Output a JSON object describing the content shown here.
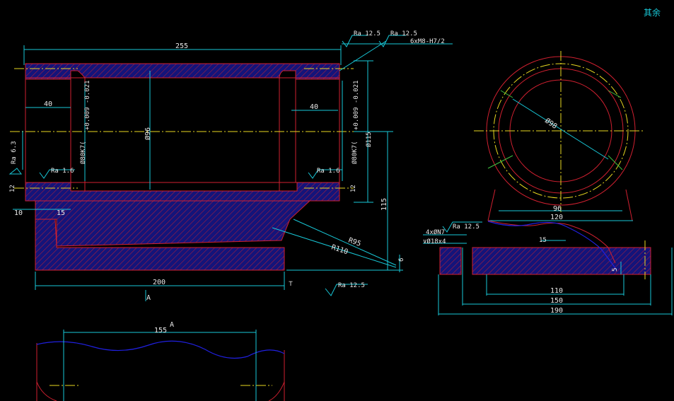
{
  "title_corner": "其余",
  "roughness": {
    "top_1": "Ra 12.5",
    "top_2": "Ra 12.5",
    "left_vertical": "Ra 6.3",
    "left_bore": "Ra 1.6",
    "right_bore": "Ra 1.6",
    "bottom": "Ra 12.5",
    "side_view": "Ra 12.5"
  },
  "front_view": {
    "overall_length": "255",
    "thread_note": "6xM8-H7/2",
    "left_seat_depth": "40",
    "right_seat_depth": "40",
    "bore_left": "Ø80K7(",
    "bore_left_tol": "+0.009 -0.021",
    "bore_right": "Ø80K7(",
    "bore_right_tol": "+0.009 -0.021",
    "bore_center": "Ø96",
    "outer_diameter": "Ø115",
    "height": "115",
    "flange_12_left": "12",
    "flange_12_right": "12",
    "dim_10": "10",
    "dim_15": "15",
    "radius_r95": "R95",
    "radius_r110": "R110",
    "dim_6": "6",
    "base_length": "200",
    "section_label": "A",
    "datum_symbol": "⊤"
  },
  "side_view": {
    "circle_dia": "Ø98",
    "dim_96": "96",
    "dim_120": "120",
    "holes_1": "4xØN7",
    "holes_2": "∨Ø18x4",
    "dim_15": "15",
    "dim_5": "5",
    "dim_110": "110",
    "dim_150": "150",
    "dim_190": "190"
  },
  "view_a": {
    "label": "A",
    "dim_155": "155"
  }
}
